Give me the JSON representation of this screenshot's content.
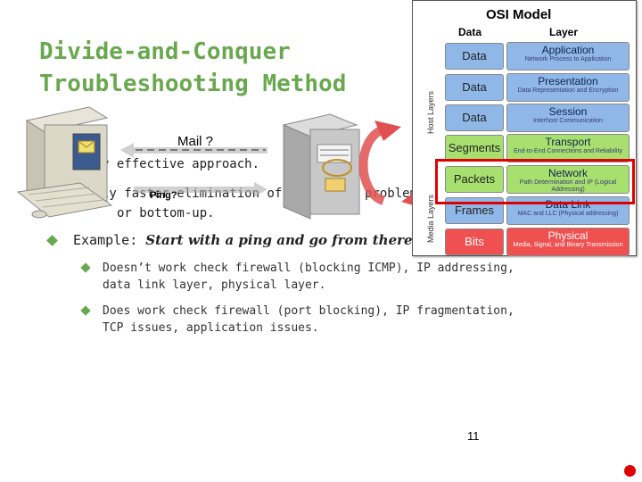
{
  "slide": {
    "title_line1": "Divide-and-Conquer",
    "title_line2": "Troubleshooting Method",
    "bullet1_text": "y effective approach.",
    "bullet2_text": "ly faster elimination of potential problems",
    "bullet2_cont": "or bottom-up.",
    "example_label": "Example: ",
    "example_em": "Start with a ping and go from there",
    "sub1_line1": "Doesn’t work check firewall (blocking ICMP), IP addressing,",
    "sub1_line2": "data link layer, physical layer.",
    "sub2_line1": "Does work check firewall (port blocking), IP fragmentation,",
    "sub2_line2": "TCP issues, application issues.",
    "page_number": "11"
  },
  "diagram": {
    "mail_label": "Mail ?",
    "ping_label": "Ping?"
  },
  "osi": {
    "title": "OSI Model",
    "data_header": "Data",
    "layer_header": "Layer",
    "host_layers_label": "Host Layers",
    "media_layers_label": "Media Layers",
    "data_units": [
      "Data",
      "Data",
      "Data",
      "Segments",
      "Packets",
      "Frames",
      "Bits"
    ],
    "layers": [
      {
        "name": "Application",
        "desc": "Network Process to Application"
      },
      {
        "name": "Presentation",
        "desc": "Data Representation and Encryption"
      },
      {
        "name": "Session",
        "desc": "Interhost Communication"
      },
      {
        "name": "Transport",
        "desc": "End-to-End Connections and Reliability"
      },
      {
        "name": "Network",
        "desc": "Path Determination and IP (Logical Addressing)"
      },
      {
        "name": "Data Link",
        "desc": "MAC and LLC (Physical addressing)"
      },
      {
        "name": "Physical",
        "desc": "Media, Signal, and Binary Transmission"
      }
    ],
    "colors": {
      "host_blue": "#8fb8e8",
      "transport_green": "#a8e070",
      "network_green": "#a8e070",
      "datalink_blue": "#8fb8e8",
      "physical_red": "#f05050",
      "highlight_red": "#e00000"
    }
  }
}
